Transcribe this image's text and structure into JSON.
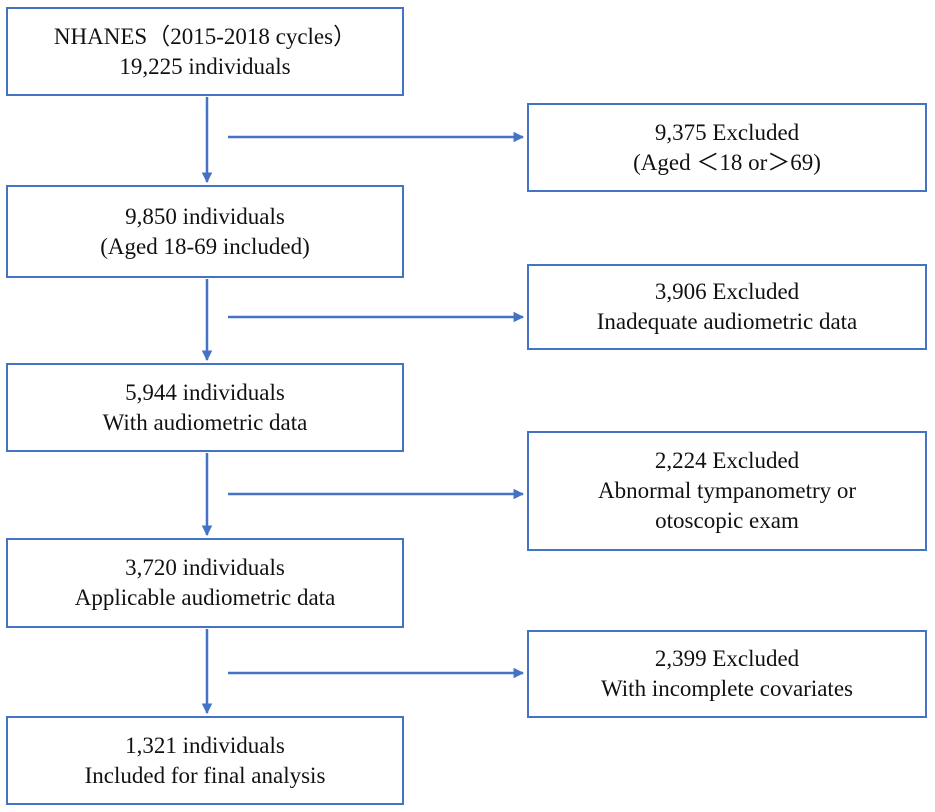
{
  "colors": {
    "box_border": "#4472c4",
    "arrow": "#4472c4",
    "text": "#111111"
  },
  "main_boxes": [
    {
      "line1": "NHANES（2015-2018 cycles）",
      "line2": "19,225 individuals"
    },
    {
      "line1": "9,850 individuals",
      "line2": "(Aged 18-69 included)"
    },
    {
      "line1": "5,944 individuals",
      "line2": "With audiometric data"
    },
    {
      "line1": "3,720 individuals",
      "line2": "Applicable audiometric data"
    },
    {
      "line1": "1,321 individuals",
      "line2": "Included for final analysis"
    }
  ],
  "exclusion_boxes": [
    {
      "line1": "9,375 Excluded",
      "line2": "(Aged ＜18 or＞69)"
    },
    {
      "line1": "3,906 Excluded",
      "line2": "Inadequate audiometric data"
    },
    {
      "line1": "2,224 Excluded",
      "line2": "Abnormal tympanometry or",
      "line3": "otoscopic exam"
    },
    {
      "line1": "2,399 Excluded",
      "line2": "With incomplete covariates"
    }
  ]
}
